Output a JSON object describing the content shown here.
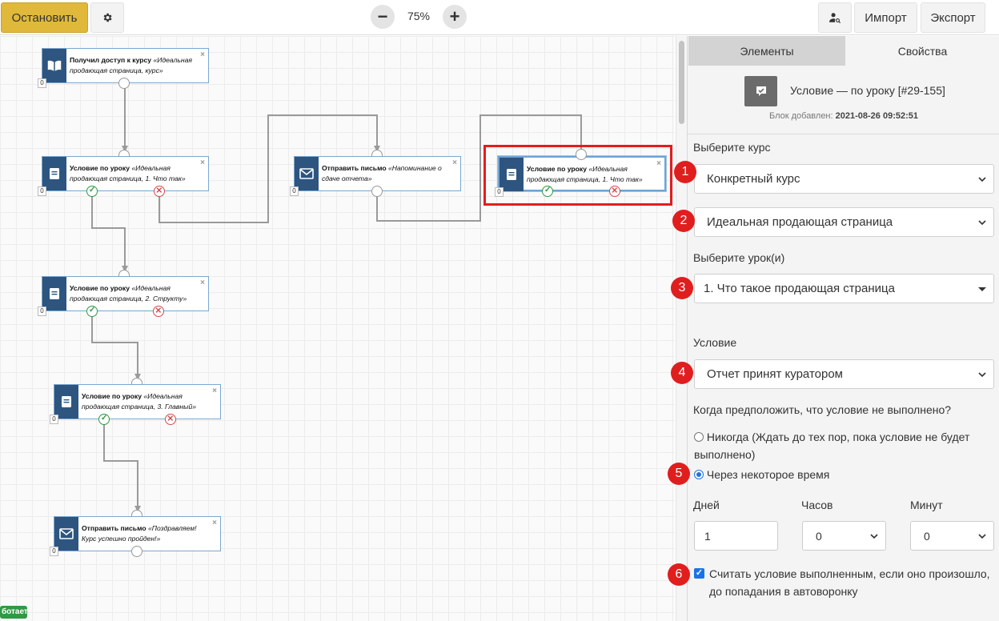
{
  "toolbar": {
    "stop_label": "Остановить",
    "zoom": "75%",
    "import_label": "Импорт",
    "export_label": "Экспорт",
    "icons": [
      "gear-icon",
      "zoom-out-icon",
      "zoom-in-icon",
      "user-search-icon"
    ]
  },
  "canvas": {
    "nodes": [
      {
        "title": "Получил доступ к курсу",
        "detail": "«Идеальная продающая страница, курс»",
        "count": "0",
        "icon": "book-open-icon"
      },
      {
        "title": "Условие по уроку",
        "detail": "«Идеальная продающая страница, 1. Что так»",
        "count": "0",
        "icon": "lesson-icon"
      },
      {
        "title": "Отправить письмо",
        "detail": "«Напоминание о сдаче отчета»",
        "count": "0",
        "icon": "envelope-icon"
      },
      {
        "title": "Условие по уроку",
        "detail": "«Идеальная продающая страница, 1. Что так»",
        "count": "0",
        "icon": "lesson-icon"
      },
      {
        "title": "Условие по уроку",
        "detail": "«Идеальная продающая страница, 2. Структу»",
        "count": "0",
        "icon": "lesson-icon"
      },
      {
        "title": "Условие по уроку",
        "detail": "«Идеальная продающая страница, 3. Главный»",
        "count": "0",
        "icon": "lesson-icon"
      },
      {
        "title": "Отправить письмо",
        "detail": "«Поздравляем! Курс успешно пройден!»",
        "count": "0",
        "icon": "envelope-icon"
      }
    ],
    "close_glyph": "×",
    "status": "ботает"
  },
  "panel": {
    "tabs": [
      "Элементы",
      "Свойства"
    ],
    "block_title": "Условие — по уроку [#29-155]",
    "block_added_label": "Блок добавлен:",
    "block_added_value": "2021-08-26 09:52:51",
    "course_label": "Выберите курс",
    "course_type": "Конкретный курс",
    "course": "Идеальная продающая страница",
    "lesson_label": "Выберите урок(и)",
    "lesson": "1. Что такое продающая страница",
    "condition_label": "Условие",
    "condition": "Отчет принят куратором",
    "fail_question": "Когда предположить, что условие не выполнено?",
    "radio_never": "Никогда (Ждать до тех пор, пока условие не будет выполнено)",
    "radio_after": "Через некоторое время",
    "days_label": "Дней",
    "hours_label": "Часов",
    "minutes_label": "Минут",
    "days_value": "1",
    "hours_value": "0",
    "minutes_value": "0",
    "checkbox_label": "Считать условие выполненным, если оно произошло, до попадания в автоворонку",
    "checkbox_checked": true,
    "badges": [
      "1",
      "2",
      "3",
      "4",
      "5",
      "6"
    ]
  }
}
